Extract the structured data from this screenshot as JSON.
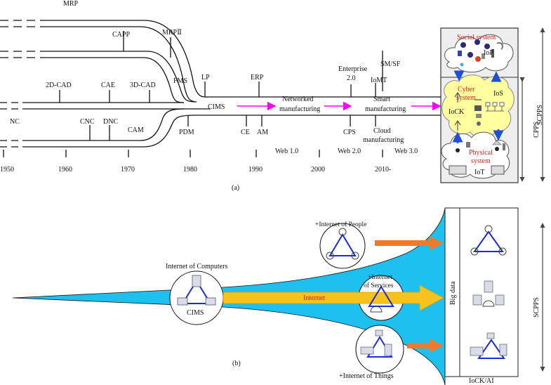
{
  "panel_a": {
    "caption": "(a)",
    "systems": {
      "mrp": "MRP",
      "mrp2": "MRPⅡ",
      "capp": "CAPP",
      "fms": "FMS",
      "cad2d": "2D-CAD",
      "cae": "CAE",
      "cad3d": "3D-CAD",
      "nc": "NC",
      "cnc": "CNC",
      "dnc": "DNC",
      "cam": "CAM",
      "lp": "LP",
      "cims": "CIMS",
      "pdm": "PDM",
      "erp": "ERP",
      "ce": "CE",
      "am": "AM",
      "enterprise_line1": "Enterprise",
      "enterprise_line2": "2.0",
      "smsf": "SM/SF",
      "iomt": "IoMT",
      "smart_line1": "Smart",
      "smart_line2": "manufacturing",
      "networked_line1": "Networked",
      "networked_line2": "manufacturing",
      "cps": "CPS",
      "cloud_line1": "Cloud",
      "cloud_line2": "manufacturing"
    },
    "web_eras": [
      "Web 1.0",
      "Web 2.0",
      "Web 3.0"
    ],
    "timeline_years": [
      "1950",
      "1960",
      "1970",
      "1980",
      "1990",
      "2000",
      "2010-"
    ],
    "right_panel": {
      "social_line1": "Social system",
      "iop": "IoP",
      "cyber_line1": "Cyber",
      "cyber_line2": "system",
      "iock": "IoCK",
      "ios": "IoS",
      "physical_line1": "Physical",
      "physical_line2": "system",
      "iot": "IoT",
      "cpps": "CPPS",
      "scpps": "SCPPS"
    },
    "colors": {
      "arrow": "#ff00ff",
      "cyber_fill": "#ffffa0",
      "red_text": "#e0201b",
      "flow_arrow": "#1f4fd6"
    }
  },
  "panel_b": {
    "caption": "(b)",
    "internet_of_computers": "Internet of Computers",
    "cims": "CIMS",
    "internet": "Internet",
    "iop_label": "+Internet of People",
    "ios_label_line1": "+Internet",
    "ios_label_line2": "of Services",
    "iot_label": "+Internet of Things",
    "big_data": "Big data",
    "iock_ai": "IoCK/AI",
    "scpps": "SCPPS",
    "colors": {
      "cone": "#1ec0f0",
      "arrow_orange": "#f07a28",
      "arrow_yellow": "#f6c21e",
      "triangle": "#1d2bd8"
    }
  }
}
